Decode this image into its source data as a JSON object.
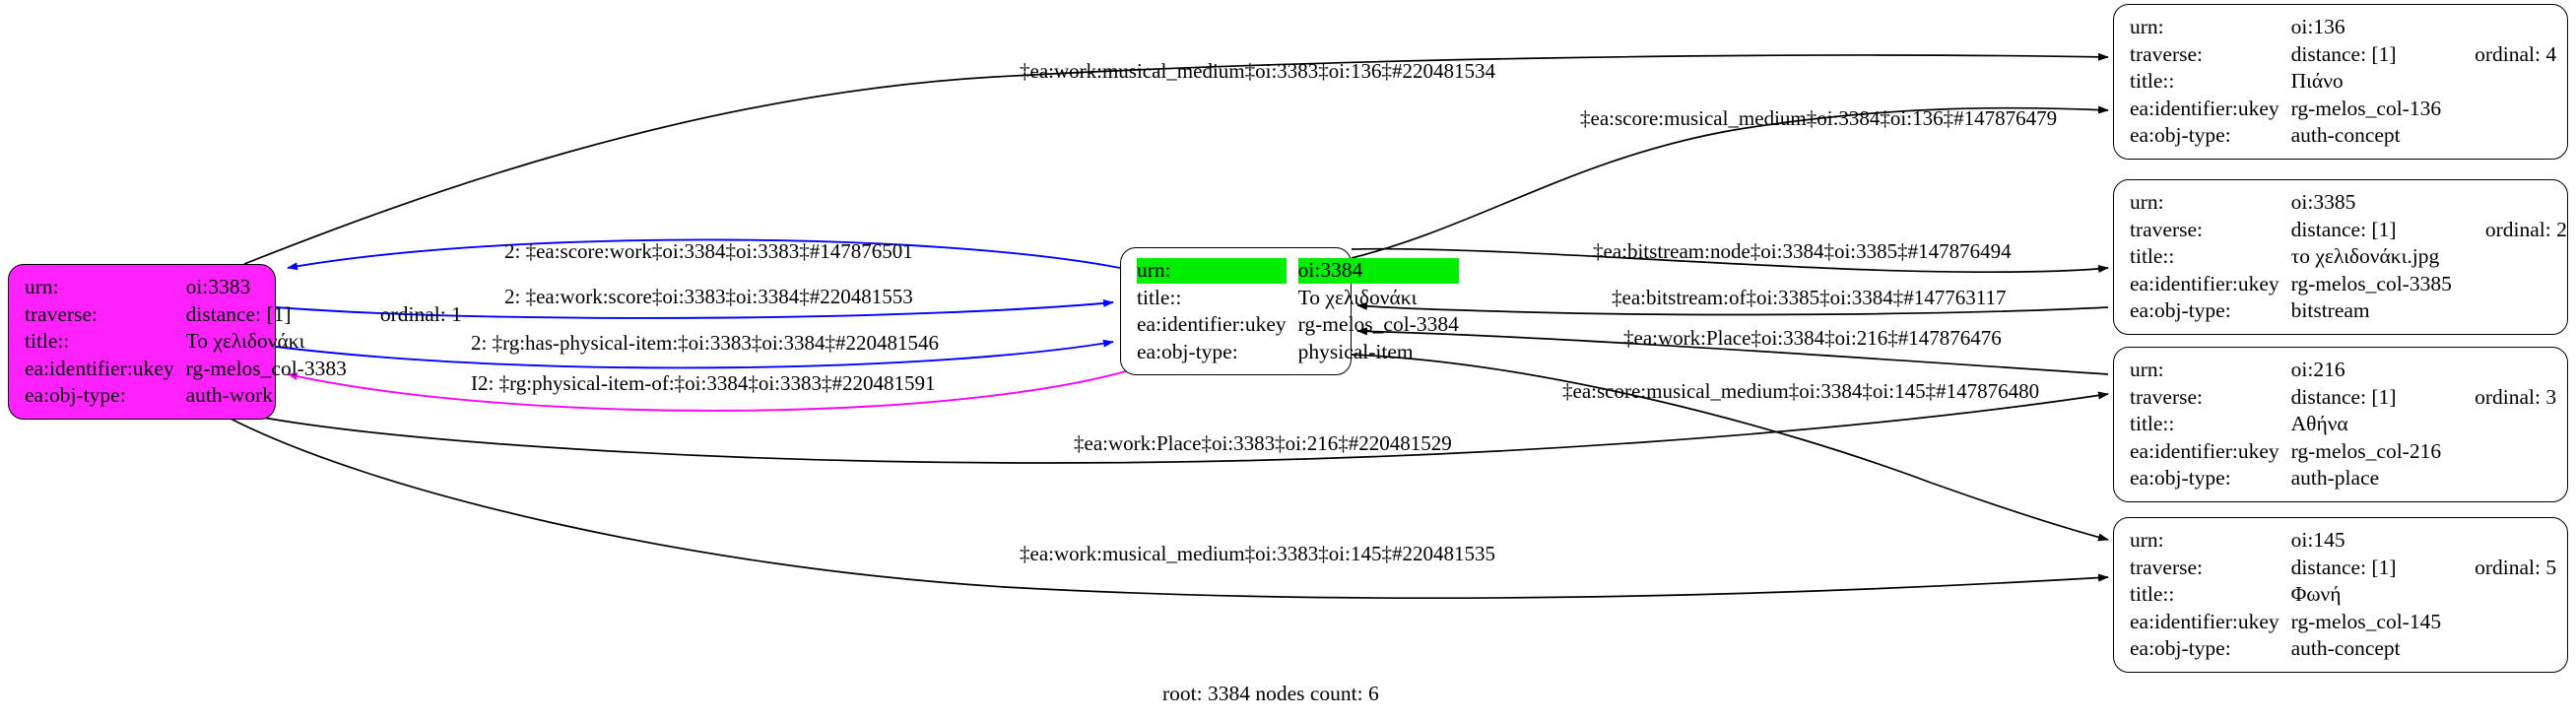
{
  "graph": {
    "footer": "root: 3384 nodes count: 6",
    "colors": {
      "root_node_fill": "#ff22ff",
      "focus_row_fill": "#00ee00",
      "default_node_fill": "#ffffff",
      "edge_default": "#000000",
      "edge_blue": "#0000ff",
      "edge_magenta": "#ff00ff"
    },
    "field_labels": {
      "urn": "urn:",
      "traverse": "traverse:",
      "title": "title::",
      "ukey": "ea:identifier:ukey",
      "objtype": "ea:obj-type:"
    }
  },
  "nodes": [
    {
      "id": "n-3383",
      "fill": "#ff22ff",
      "urn": "oi:3383",
      "traverse_distance": "distance: [1]",
      "traverse_ordinal": "ordinal: 1",
      "title": "Το χελιδονάκι",
      "ukey": "rg-melos_col-3383",
      "objtype": "auth-work",
      "has_traverse": true,
      "highlight_first_row": false
    },
    {
      "id": "n-3384",
      "fill": "#ffffff",
      "urn": "oi:3384",
      "traverse_distance": "",
      "traverse_ordinal": "",
      "title": "Το χελιδονάκι",
      "ukey": "rg-melos_col-3384",
      "objtype": "physical-item",
      "has_traverse": false,
      "highlight_first_row": true
    },
    {
      "id": "n-136",
      "fill": "#ffffff",
      "urn": "oi:136",
      "traverse_distance": "distance: [1]",
      "traverse_ordinal": "ordinal: 4",
      "title": "Πιάνο",
      "ukey": "rg-melos_col-136",
      "objtype": "auth-concept",
      "has_traverse": true,
      "highlight_first_row": false
    },
    {
      "id": "n-3385",
      "fill": "#ffffff",
      "urn": "oi:3385",
      "traverse_distance": "distance: [1]",
      "traverse_ordinal": "ordinal: 2",
      "title": "το χελιδονάκι.jpg",
      "ukey": "rg-melos_col-3385",
      "objtype": "bitstream",
      "has_traverse": true,
      "highlight_first_row": false
    },
    {
      "id": "n-216",
      "fill": "#ffffff",
      "urn": "oi:216",
      "traverse_distance": "distance: [1]",
      "traverse_ordinal": "ordinal: 3",
      "title": "Αθήνα",
      "ukey": "rg-melos_col-216",
      "objtype": "auth-place",
      "has_traverse": true,
      "highlight_first_row": false
    },
    {
      "id": "n-145",
      "fill": "#ffffff",
      "urn": "oi:145",
      "traverse_distance": "distance: [1]",
      "traverse_ordinal": "ordinal: 5",
      "title": "Φωνή",
      "ukey": "rg-melos_col-145",
      "objtype": "auth-concept",
      "has_traverse": true,
      "highlight_first_row": false
    }
  ],
  "edges": [
    {
      "id": "e1",
      "label": "‡ea:work:musical_medium‡oi:3383‡oi:136‡#220481534",
      "from": "n-3383",
      "to": "n-136",
      "color": "#000000"
    },
    {
      "id": "e2",
      "label": "‡ea:score:musical_medium‡oi:3384‡oi:136‡#147876479",
      "from": "n-3384",
      "to": "n-136",
      "color": "#000000"
    },
    {
      "id": "e3",
      "label": "2: ‡ea:score:work‡oi:3384‡oi:3383‡#147876501",
      "from": "n-3384",
      "to": "n-3383",
      "color": "#0000ff"
    },
    {
      "id": "e4",
      "label": "2: ‡ea:work:score‡oi:3383‡oi:3384‡#220481553",
      "from": "n-3383",
      "to": "n-3384",
      "color": "#0000ff"
    },
    {
      "id": "e5",
      "label": "2: ‡rg:has-physical-item:‡oi:3383‡oi:3384‡#220481546",
      "from": "n-3383",
      "to": "n-3384",
      "color": "#0000ff"
    },
    {
      "id": "e6",
      "label": "I2: ‡rg:physical-item-of:‡oi:3384‡oi:3383‡#220481591",
      "from": "n-3384",
      "to": "n-3383",
      "color": "#ff00ff"
    },
    {
      "id": "e7",
      "label": "‡ea:bitstream:node‡oi:3384‡oi:3385‡#147876494",
      "from": "n-3384",
      "to": "n-3385",
      "color": "#000000"
    },
    {
      "id": "e8",
      "label": "‡ea:bitstream:of‡oi:3385‡oi:3384‡#147763117",
      "from": "n-3385",
      "to": "n-3384",
      "color": "#000000"
    },
    {
      "id": "e9",
      "label": "‡ea:work:Place‡oi:3384‡oi:216‡#147876476",
      "from": "n-3384",
      "to": "n-3384",
      "color": "#000000"
    },
    {
      "id": "e10",
      "label": "‡ea:score:musical_medium‡oi:3384‡oi:145‡#147876480",
      "from": "n-3384",
      "to": "n-145",
      "color": "#000000"
    },
    {
      "id": "e11",
      "label": "‡ea:work:Place‡oi:3383‡oi:216‡#220481529",
      "from": "n-3383",
      "to": "n-216",
      "color": "#000000"
    },
    {
      "id": "e12",
      "label": "‡ea:work:musical_medium‡oi:3383‡oi:145‡#220481535",
      "from": "n-3383",
      "to": "n-145",
      "color": "#000000"
    }
  ]
}
